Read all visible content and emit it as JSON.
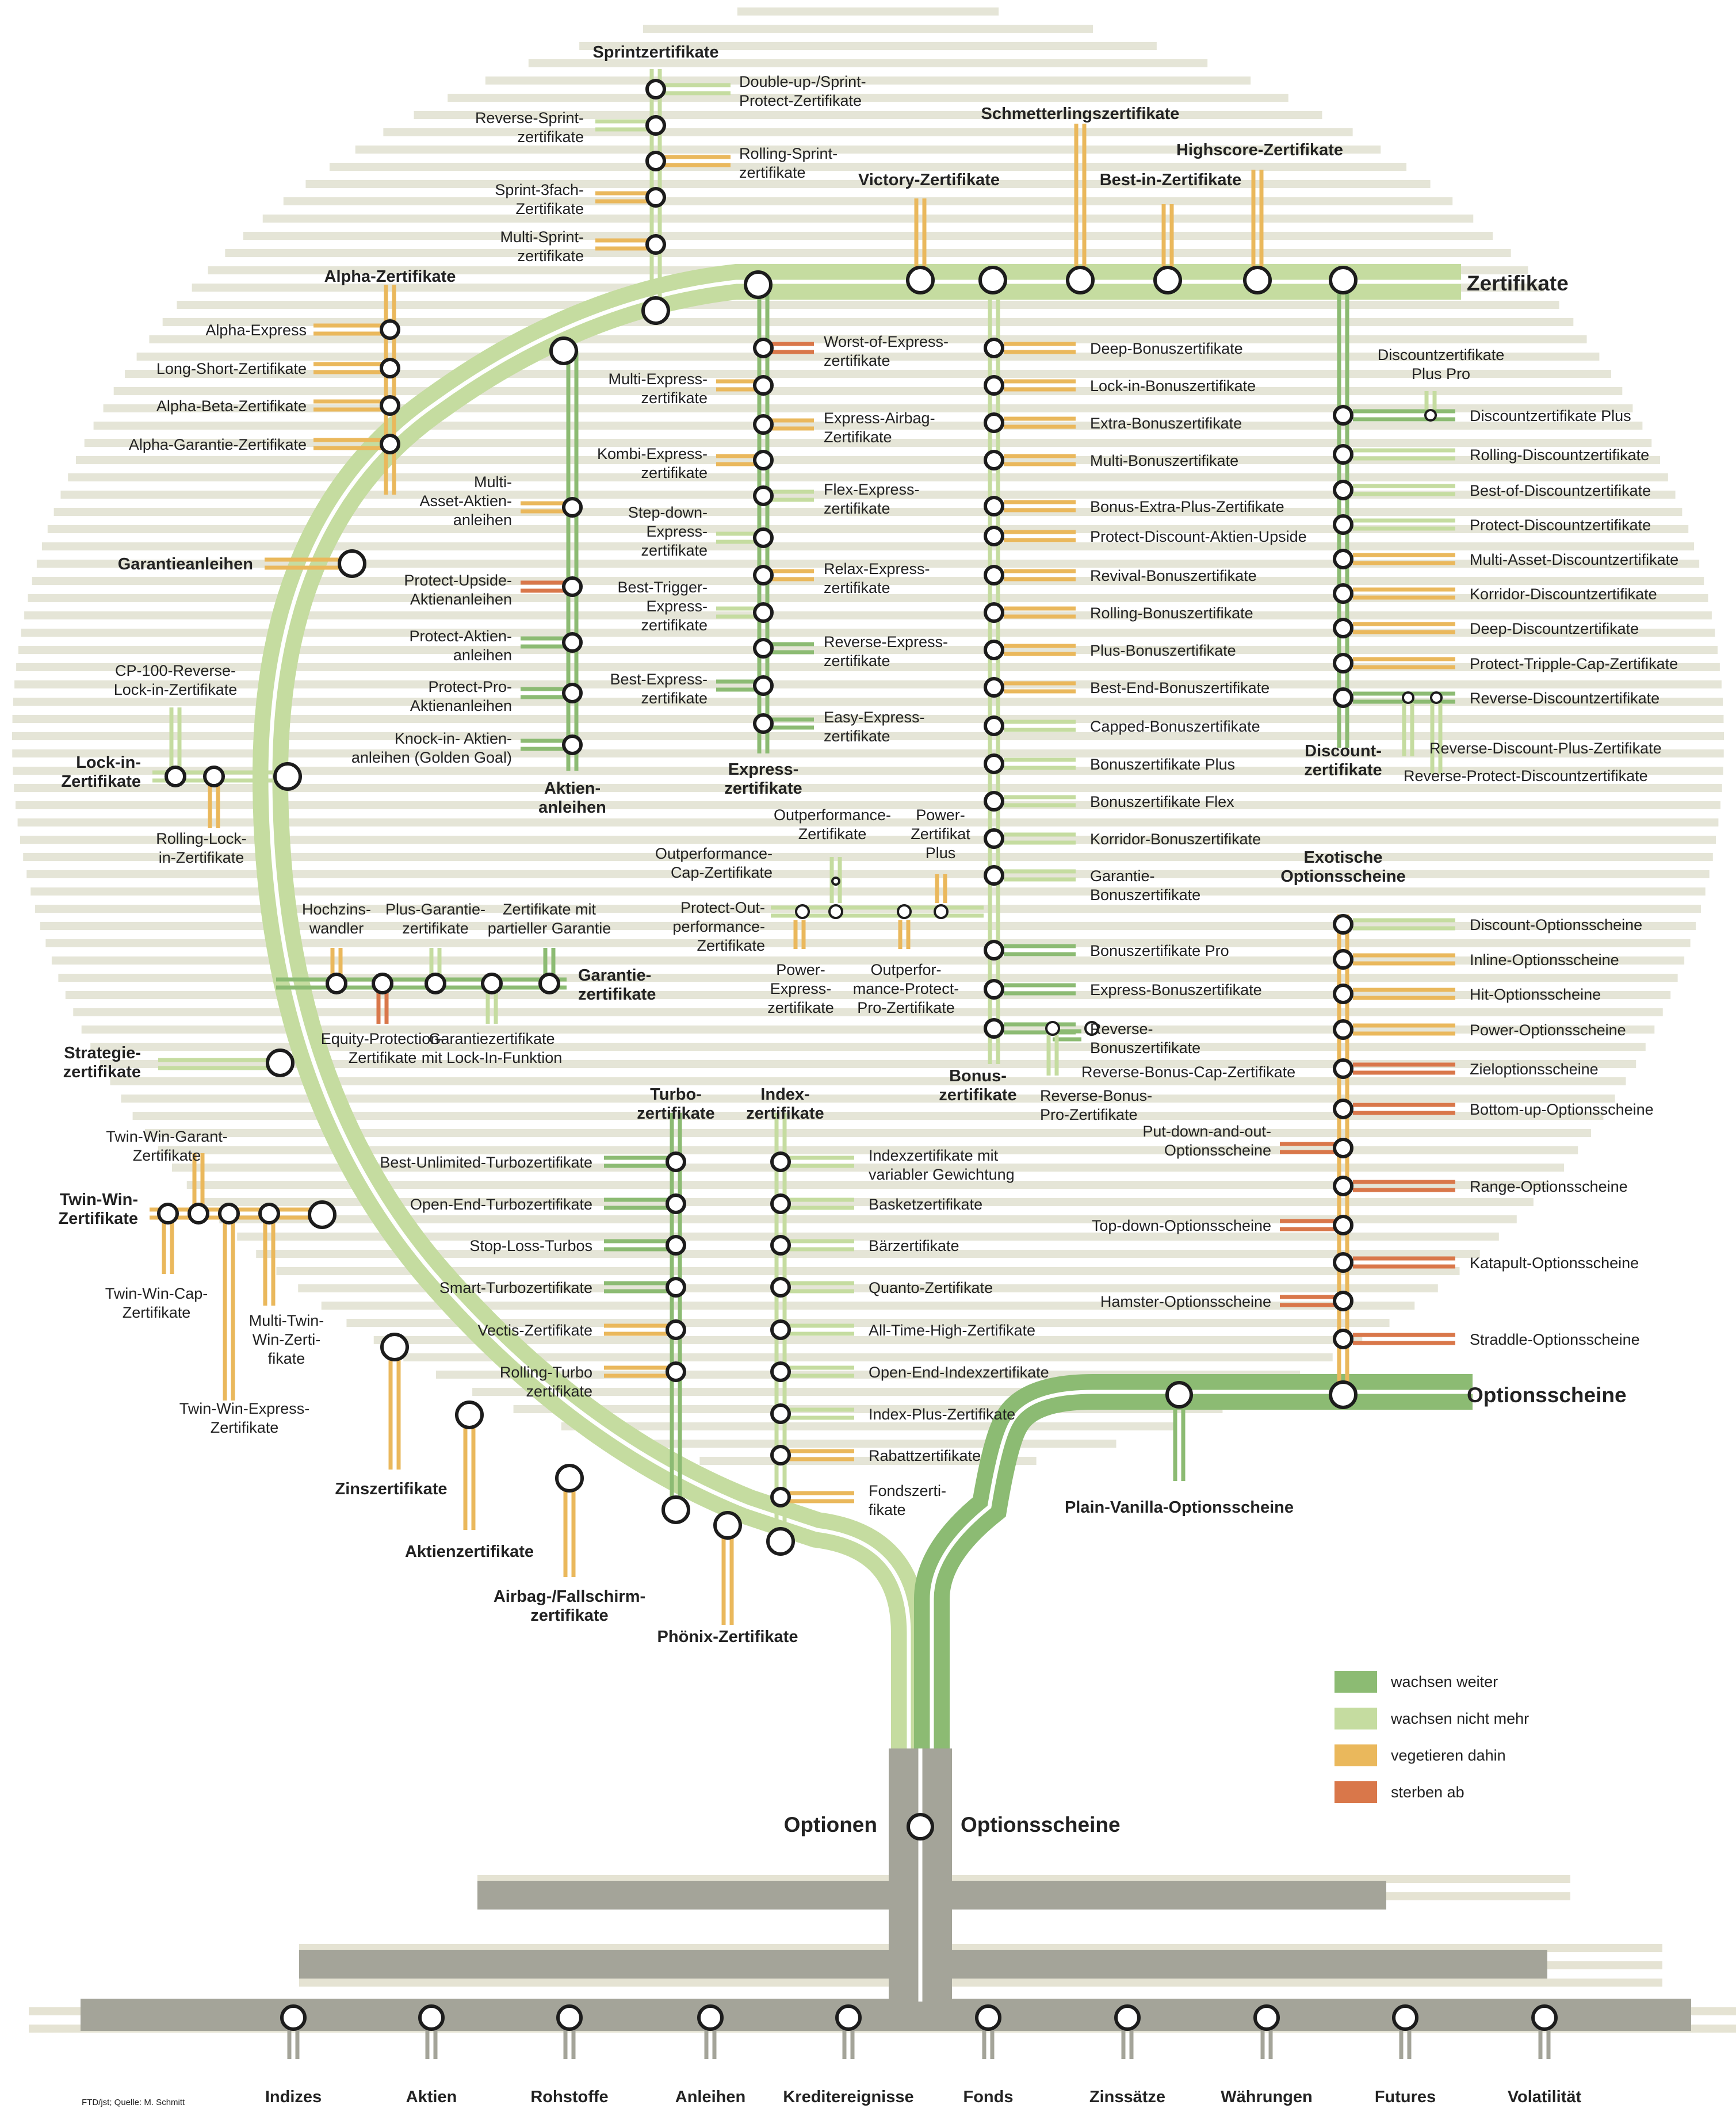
{
  "legend": {
    "items": [
      {
        "label": "wachsen weiter",
        "color": "#8cbb73"
      },
      {
        "label": "wachsen nicht mehr",
        "color": "#c5dca0"
      },
      {
        "label": "vegetieren dahin",
        "color": "#eab85c"
      },
      {
        "label": "sterben ab",
        "color": "#d9774a"
      }
    ]
  },
  "colors": {
    "trunk": "#a4a499",
    "root_stripe": "#e5e3d3",
    "halo_stripe": "#e5e5d7",
    "white": "#ffffff"
  },
  "source": "FTD/jst; Quelle: M. Schmitt",
  "trunk": {
    "left_label": "Optionen",
    "right_label": "Optionsscheine"
  },
  "roots": [
    "Indizes",
    "Aktien",
    "Rohstoffe",
    "Anleihen",
    "Kreditereignisse",
    "Fonds",
    "Zinssätze",
    "Währungen",
    "Futures",
    "Volatilität"
  ],
  "main": {
    "zertifikate": "Zertifikate",
    "optionsscheine": "Optionsscheine",
    "plain_vanilla": "Plain-Vanilla-Optionsscheine"
  },
  "sprint": {
    "title": "Sprintzertifikate",
    "items": [
      {
        "lines": [
          "Double-up-/Sprint-",
          "Protect-Zertifikate"
        ],
        "side": "right",
        "status": "light"
      },
      {
        "lines": [
          "Reverse-Sprint-",
          "zertifikate"
        ],
        "side": "left",
        "status": "light"
      },
      {
        "lines": [
          "Rolling-Sprint-",
          "zertifikate"
        ],
        "side": "right",
        "status": "yellow"
      },
      {
        "lines": [
          "Sprint-3fach-",
          "Zertifikate"
        ],
        "side": "left",
        "status": "yellow"
      },
      {
        "lines": [
          "Multi-Sprint-",
          "zertifikate"
        ],
        "side": "left",
        "status": "yellow"
      }
    ]
  },
  "alpha": {
    "title": "Alpha-Zertifikate",
    "items": [
      {
        "lines": [
          "Alpha-Express"
        ],
        "status": "yellow"
      },
      {
        "lines": [
          "Long-Short-Zertifikate"
        ],
        "status": "yellow"
      },
      {
        "lines": [
          "Alpha-Beta-Zertifikate"
        ],
        "status": "yellow"
      },
      {
        "lines": [
          "Alpha-Garantie-Zertifikate"
        ],
        "status": "yellow"
      }
    ]
  },
  "top_branches": {
    "garantieanleihen": "Garantieanleihen",
    "victory": "Victory-Zertifikate",
    "schmetterling": "Schmetterlingszertifikate",
    "best_in": "Best-in-Zertifikate",
    "highscore": "Highscore-Zertifikate"
  },
  "aktienanleihen": {
    "title": [
      "Aktien-",
      "anleihen"
    ],
    "items": [
      {
        "lines": [
          "Multi-",
          "Asset-Aktien-",
          "anleihen"
        ],
        "status": "yellow"
      },
      {
        "lines": [
          "Protect-Upside-",
          "Aktienanleihen"
        ],
        "status": "orange"
      },
      {
        "lines": [
          "Protect-Aktien-",
          "anleihen"
        ],
        "status": "green"
      },
      {
        "lines": [
          "Protect-Pro-",
          "Aktienanleihen"
        ],
        "status": "green"
      },
      {
        "lines": [
          "Knock-in- Aktien-",
          "anleihen (Golden Goal)"
        ],
        "status": "green"
      }
    ]
  },
  "express": {
    "title": [
      "Express-",
      "zertifikate"
    ],
    "items": [
      {
        "lines": [
          "Worst-of-Express-",
          "zertifikate"
        ],
        "side": "right",
        "status": "orange"
      },
      {
        "lines": [
          "Multi-Express-",
          "zertifikate"
        ],
        "side": "left",
        "status": "yellow"
      },
      {
        "lines": [
          "Express-Airbag-",
          "Zertifikate"
        ],
        "side": "right",
        "status": "yellow"
      },
      {
        "lines": [
          "Kombi-Express-",
          "zertifikate"
        ],
        "side": "left",
        "status": "yellow"
      },
      {
        "lines": [
          "Flex-Express-",
          "zertifikate"
        ],
        "side": "right",
        "status": "light"
      },
      {
        "lines": [
          "Step-down-",
          "Express-",
          "zertifikate"
        ],
        "side": "left",
        "status": "light"
      },
      {
        "lines": [
          "Relax-Express-",
          "zertifikate"
        ],
        "side": "right",
        "status": "yellow"
      },
      {
        "lines": [
          "Best-Trigger-",
          "Express-",
          "zertifikate"
        ],
        "side": "left",
        "status": "light"
      },
      {
        "lines": [
          "Reverse-Express-",
          "zertifikate"
        ],
        "side": "right",
        "status": "green"
      },
      {
        "lines": [
          "Best-Express-",
          "zertifikate"
        ],
        "side": "left",
        "status": "green"
      },
      {
        "lines": [
          "Easy-Express-",
          "zertifikate"
        ],
        "side": "right",
        "status": "green"
      }
    ]
  },
  "bonus": {
    "title": [
      "Bonus-",
      "zertifikate"
    ],
    "items": [
      {
        "lines": [
          "Deep-Bonuszertifikate"
        ],
        "status": "yellow"
      },
      {
        "lines": [
          "Lock-in-Bonuszertifikate"
        ],
        "status": "yellow"
      },
      {
        "lines": [
          "Extra-Bonuszertifikate"
        ],
        "status": "yellow"
      },
      {
        "lines": [
          "Multi-Bonuszertifikate"
        ],
        "status": "yellow"
      },
      {
        "lines": [
          "Bonus-Extra-Plus-Zertifikate"
        ],
        "status": "yellow"
      },
      {
        "lines": [
          "Protect-Discount-Aktien-Upside"
        ],
        "status": "yellow"
      },
      {
        "lines": [
          "Revival-Bonuszertifikate"
        ],
        "status": "yellow"
      },
      {
        "lines": [
          "Rolling-Bonuszertifikate"
        ],
        "status": "yellow"
      },
      {
        "lines": [
          "Plus-Bonuszertifikate"
        ],
        "status": "yellow"
      },
      {
        "lines": [
          "Best-End-Bonuszertifikate"
        ],
        "status": "yellow"
      },
      {
        "lines": [
          "Capped-Bonuszertifikate"
        ],
        "status": "light"
      },
      {
        "lines": [
          "Bonuszertifikate Plus"
        ],
        "status": "light"
      },
      {
        "lines": [
          "Bonuszertifikate Flex"
        ],
        "status": "light"
      },
      {
        "lines": [
          "Korridor-Bonuszertifikate"
        ],
        "status": "light"
      },
      {
        "lines": [
          "Garantie-",
          "Bonuszertifikate"
        ],
        "status": "light"
      },
      {
        "lines": [
          "Bonuszertifikate Pro"
        ],
        "status": "green"
      },
      {
        "lines": [
          "Express-Bonuszertifikate"
        ],
        "status": "green"
      },
      {
        "lines": [
          "Reverse-",
          "Bonuszertifikate"
        ],
        "status": "green"
      }
    ],
    "reverse_cap": "Reverse-Bonus-Cap-Zertifikate",
    "reverse_pro": [
      "Reverse-Bonus-",
      "Pro-Zertifikate"
    ]
  },
  "outperformance": {
    "items": [
      {
        "lines": [
          "Outperformance-",
          "Zertifikate"
        ],
        "status": "light"
      },
      {
        "lines": [
          "Power-",
          "Zertifikat",
          "Plus"
        ],
        "status": "yellow"
      },
      {
        "lines": [
          "Outperformance-",
          "Cap-Zertifikate"
        ],
        "status": "light"
      },
      {
        "lines": [
          "Protect-Out-",
          "performance-",
          "Zertifikate"
        ],
        "status": "light"
      },
      {
        "lines": [
          "Power-",
          "Express-",
          "zertifikate"
        ],
        "status": "yellow"
      },
      {
        "lines": [
          "Outperfor-",
          "mance-Protect-",
          "Pro-Zertifikate"
        ],
        "status": "yellow"
      }
    ]
  },
  "discount": {
    "title": [
      "Discount-",
      "zertifikate"
    ],
    "items": [
      {
        "lines": [
          "Discountzertifikate Plus"
        ],
        "status": "green"
      },
      {
        "lines": [
          "Rolling-Discountzertifikate"
        ],
        "status": "light"
      },
      {
        "lines": [
          "Best-of-Discountzertifikate"
        ],
        "status": "light"
      },
      {
        "lines": [
          "Protect-Discountzertifikate"
        ],
        "status": "light"
      },
      {
        "lines": [
          "Multi-Asset-Discountzertifikate"
        ],
        "status": "yellow"
      },
      {
        "lines": [
          "Korridor-Discountzertifikate"
        ],
        "status": "yellow"
      },
      {
        "lines": [
          "Deep-Discountzertifikate"
        ],
        "status": "yellow"
      },
      {
        "lines": [
          "Protect-Tripple-Cap-Zertifikate"
        ],
        "status": "yellow"
      },
      {
        "lines": [
          "Reverse-Discountzertifikate"
        ],
        "status": "green"
      }
    ],
    "plus_pro": [
      "Discountzertifikate",
      "Plus Pro"
    ],
    "reverse_plus": "Reverse-Discount-Plus-Zertifikate",
    "reverse_protect": "Reverse-Protect-Discountzertifikate"
  },
  "exotic": {
    "title": [
      "Exotische",
      "Optionsscheine"
    ],
    "items": [
      {
        "lines": [
          "Discount-Optionsscheine"
        ],
        "side": "right",
        "status": "light"
      },
      {
        "lines": [
          "Inline-Optionsscheine"
        ],
        "side": "right",
        "status": "yellow"
      },
      {
        "lines": [
          "Hit-Optionsscheine"
        ],
        "side": "right",
        "status": "yellow"
      },
      {
        "lines": [
          "Power-Optionsscheine"
        ],
        "side": "right",
        "status": "yellow"
      },
      {
        "lines": [
          "Zieloptionsscheine"
        ],
        "side": "right",
        "status": "orange"
      },
      {
        "lines": [
          "Bottom-up-Optionsscheine"
        ],
        "side": "right",
        "status": "orange"
      },
      {
        "lines": [
          "Put-down-and-out-",
          "Optionsscheine"
        ],
        "side": "left",
        "status": "orange"
      },
      {
        "lines": [
          "Range-Optionsscheine"
        ],
        "side": "right",
        "status": "orange"
      },
      {
        "lines": [
          "Top-down-Optionsscheine"
        ],
        "side": "left",
        "status": "orange"
      },
      {
        "lines": [
          "Katapult-Optionsscheine"
        ],
        "side": "right",
        "status": "orange"
      },
      {
        "lines": [
          "Hamster-Optionsscheine"
        ],
        "side": "left",
        "status": "orange"
      },
      {
        "lines": [
          "Straddle-Optionsscheine"
        ],
        "side": "right",
        "status": "orange"
      }
    ]
  },
  "lock_in": {
    "title": [
      "Lock-in-",
      "Zertifikate"
    ],
    "reverse": [
      "CP-100-Reverse-",
      "Lock-in-Zertifikate"
    ],
    "rolling": [
      "Rolling-Lock-",
      "in-Zertifikate"
    ]
  },
  "garantie": {
    "title": [
      "Garantie-",
      "zertifikate"
    ],
    "items": [
      {
        "lines": [
          "Hochzins-",
          "wandler"
        ],
        "side": "top",
        "status": "yellow"
      },
      {
        "lines": [
          "Equity-Protection-",
          "Zertifikate"
        ],
        "side": "bottom",
        "status": "orange"
      },
      {
        "lines": [
          "Plus-Garantie-",
          "zertifikate"
        ],
        "side": "top",
        "status": "light"
      },
      {
        "lines": [
          "Garantiezertifikate",
          "mit Lock-In-Funktion"
        ],
        "side": "bottom",
        "status": "light"
      },
      {
        "lines": [
          "Zertifikate mit",
          "partieller Garantie"
        ],
        "side": "top",
        "status": "green"
      }
    ]
  },
  "strategie": {
    "title": [
      "Strategie-",
      "zertifikate"
    ]
  },
  "twin_win": {
    "title": [
      "Twin-Win-",
      "Zertifikate"
    ],
    "garant": [
      "Twin-Win-Garant-",
      "Zertifikate"
    ],
    "cap": [
      "Twin-Win-Cap-",
      "Zertifikate"
    ],
    "multi": [
      "Multi-Twin-",
      "Win-Zerti-",
      "fikate"
    ],
    "express": [
      "Twin-Win-Express-",
      "Zertifikate"
    ]
  },
  "lower_left": {
    "zins": "Zinszertifikate",
    "aktien": "Aktienzertifikate",
    "airbag": [
      "Airbag-/Fallschirm-",
      "zertifikate"
    ],
    "phoenix": "Phönix-Zertifikate"
  },
  "turbo": {
    "title": [
      "Turbo-",
      "zertifikate"
    ],
    "items": [
      {
        "lines": [
          "Best-Unlimited-Turbozertifikate"
        ],
        "status": "green"
      },
      {
        "lines": [
          "Open-End-Turbozertifikate"
        ],
        "status": "green"
      },
      {
        "lines": [
          "Stop-Loss-Turbos"
        ],
        "status": "green"
      },
      {
        "lines": [
          "Smart-Turbozertifikate"
        ],
        "status": "green"
      },
      {
        "lines": [
          "Vectis-Zertifikate"
        ],
        "status": "yellow"
      },
      {
        "lines": [
          "Rolling-Turbo",
          "zertifikate"
        ],
        "status": "yellow"
      }
    ]
  },
  "index": {
    "title": [
      "Index-",
      "zertifikate"
    ],
    "items": [
      {
        "lines": [
          "Indexzertifikate mit",
          "variabler Gewichtung"
        ],
        "status": "light"
      },
      {
        "lines": [
          "Basketzertifikate"
        ],
        "status": "light"
      },
      {
        "lines": [
          "Bärzertifikate"
        ],
        "status": "light"
      },
      {
        "lines": [
          "Quanto-Zertifikate"
        ],
        "status": "light"
      },
      {
        "lines": [
          "All-Time-High-Zertifikate"
        ],
        "status": "light"
      },
      {
        "lines": [
          "Open-End-Indexzertifikate"
        ],
        "status": "light"
      },
      {
        "lines": [
          "Index-Plus-Zertifikate"
        ],
        "status": "light"
      },
      {
        "lines": [
          "Rabattzertifikate"
        ],
        "status": "yellow"
      },
      {
        "lines": [
          "Fondszerti-",
          "fikate"
        ],
        "status": "yellow"
      }
    ]
  }
}
